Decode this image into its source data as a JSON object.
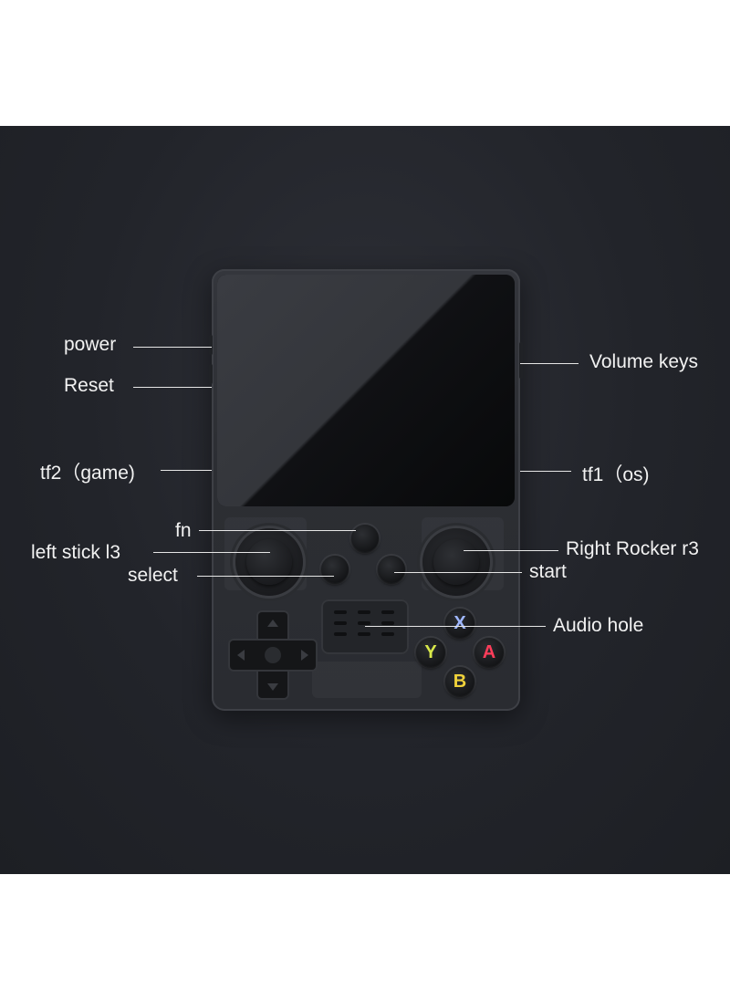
{
  "labels": {
    "power": "power",
    "reset": "Reset",
    "tf2": "tf2（game)",
    "fn": "fn",
    "left_stick": "left stick l3",
    "select": "select",
    "volume": "Volume keys",
    "tf1": "tf1（os)",
    "right_rocker": "Right Rocker r3",
    "start": "start",
    "audio_hole": "Audio hole"
  },
  "face_buttons": {
    "x": "X",
    "y": "Y",
    "a": "A",
    "b": "B"
  },
  "colors": {
    "background": "#22242a",
    "text": "#f2f2f2",
    "x_button": "#9fb7ff",
    "y_button": "#d8e84a",
    "a_button": "#ff3d5a",
    "b_button": "#f0d23a"
  }
}
